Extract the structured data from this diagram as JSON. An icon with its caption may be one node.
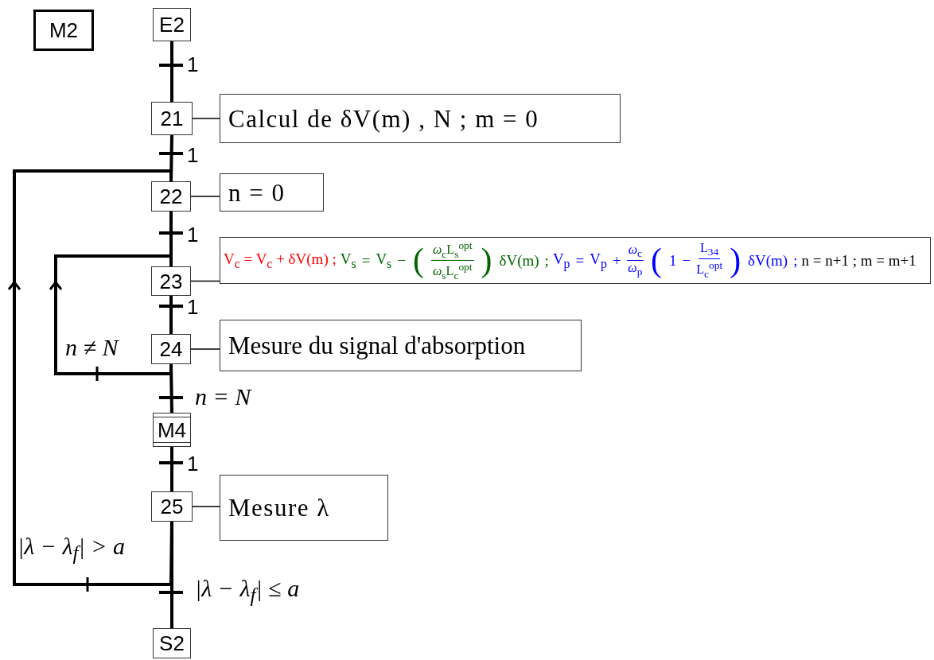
{
  "diagram": {
    "nodes": [
      {
        "text": [
          "M2"
        ]
      },
      {
        "text": [
          "E2"
        ]
      },
      {
        "text": [
          "21"
        ]
      },
      {
        "text": [
          "Calcul de δV(m) , N ; m = 0"
        ]
      },
      {
        "text": [
          "22"
        ]
      },
      {
        "text": [
          "n = 0"
        ]
      },
      {
        "text": [
          "23"
        ]
      },
      {
        "text": [
          "V$_{c}$ = V$_{c}$ + δV(m) ;",
          "V$_{s}$ = V$_{s}$ − ( *ω*$_{c}$L$_{s}$$^{opt}$ *ω*$_{s}$L$_{c}$$^{opt}$ ) δV(m) ;",
          "V$_{p}$ = V$_{p}$ + *ω*$_{c}$ *ω*$_{p}$ ( 1 − L$_{34}$ L$_{c}$$^{opt}$ ) δV(m) ;",
          "n = n+1 ; m = m+1"
        ]
      },
      {
        "text": [
          "24"
        ]
      },
      {
        "text": [
          "Mesure du signal d'absorption"
        ]
      },
      {
        "text": [
          "M4"
        ]
      },
      {
        "text": [
          "25"
        ]
      },
      {
        "text": [
          "Mesure λ"
        ]
      },
      {
        "text": [
          "S2"
        ]
      }
    ],
    "edges": [
      {
        "from": 1,
        "to": 2,
        "arrow": "none",
        "label": "1"
      },
      {
        "from": 2,
        "to": 4,
        "arrow": "none",
        "label": "1"
      },
      {
        "from": 4,
        "to": 6,
        "arrow": "none",
        "label": "1"
      },
      {
        "from": 6,
        "to": 8,
        "arrow": "none",
        "label": "1"
      },
      {
        "from": 8,
        "to": 10,
        "arrow": "none",
        "label": "n = N"
      },
      {
        "from": 10,
        "to": 11,
        "arrow": "none",
        "label": "1"
      },
      {
        "from": 11,
        "to": 13,
        "arrow": "none",
        "label": "|λ − λ$_{f}$| ≤ a"
      },
      {
        "from": 8,
        "to": 6,
        "arrow": "to",
        "label": "n ≠ N"
      },
      {
        "from": 11,
        "to": 4,
        "arrow": "to",
        "label": "|λ − λ$_{f}$| > a"
      },
      {
        "from": 2,
        "to": 3,
        "arrow": "none"
      },
      {
        "from": 4,
        "to": 5,
        "arrow": "none"
      },
      {
        "from": 6,
        "to": 7,
        "arrow": "none"
      },
      {
        "from": 8,
        "to": 9,
        "arrow": "none"
      },
      {
        "from": 11,
        "to": 12,
        "arrow": "none"
      }
    ]
  }
}
